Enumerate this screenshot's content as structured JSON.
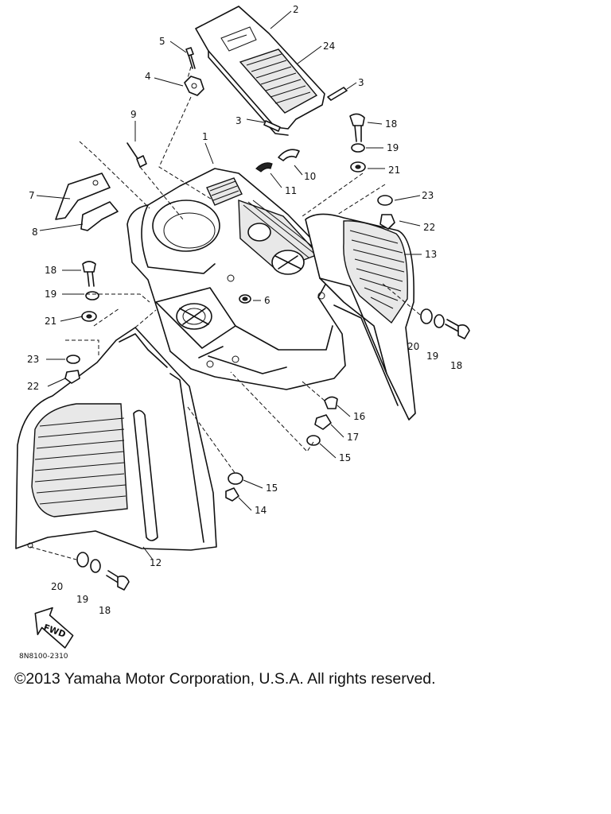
{
  "diagram": {
    "part_callouts": [
      {
        "id": "c2",
        "label": "2"
      },
      {
        "id": "c24",
        "label": "24"
      },
      {
        "id": "c3a",
        "label": "3"
      },
      {
        "id": "c3b",
        "label": "3"
      },
      {
        "id": "c5",
        "label": "5"
      },
      {
        "id": "c4",
        "label": "4"
      },
      {
        "id": "c9",
        "label": "9"
      },
      {
        "id": "c1",
        "label": "1"
      },
      {
        "id": "c10",
        "label": "10"
      },
      {
        "id": "c11",
        "label": "11"
      },
      {
        "id": "c18a",
        "label": "18"
      },
      {
        "id": "c19a",
        "label": "19"
      },
      {
        "id": "c21a",
        "label": "21"
      },
      {
        "id": "c7",
        "label": "7"
      },
      {
        "id": "c8",
        "label": "8"
      },
      {
        "id": "c23a",
        "label": "23"
      },
      {
        "id": "c22a",
        "label": "22"
      },
      {
        "id": "c13",
        "label": "13"
      },
      {
        "id": "c18b",
        "label": "18"
      },
      {
        "id": "c19b",
        "label": "19"
      },
      {
        "id": "c6",
        "label": "6"
      },
      {
        "id": "c21b",
        "label": "21"
      },
      {
        "id": "c20a",
        "label": "20"
      },
      {
        "id": "c19c",
        "label": "19"
      },
      {
        "id": "c18c",
        "label": "18"
      },
      {
        "id": "c23b",
        "label": "23"
      },
      {
        "id": "c22b",
        "label": "22"
      },
      {
        "id": "c16",
        "label": "16"
      },
      {
        "id": "c17",
        "label": "17"
      },
      {
        "id": "c15a",
        "label": "15"
      },
      {
        "id": "c15b",
        "label": "15"
      },
      {
        "id": "c14",
        "label": "14"
      },
      {
        "id": "c12",
        "label": "12"
      },
      {
        "id": "c20b",
        "label": "20"
      },
      {
        "id": "c19d",
        "label": "19"
      },
      {
        "id": "c18d",
        "label": "18"
      }
    ],
    "fwd_label": "FWD",
    "drawing_code": "8N8100-2310"
  },
  "footer": {
    "copyright": "©2013 Yamaha Motor Corporation, U.S.A. All rights reserved."
  }
}
